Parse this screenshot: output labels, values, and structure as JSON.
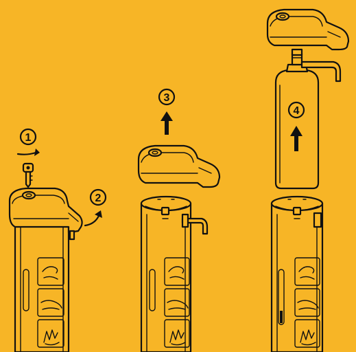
{
  "steps": [
    {
      "number": "1"
    },
    {
      "number": "2"
    },
    {
      "number": "3"
    },
    {
      "number": "4"
    }
  ],
  "colors": {
    "background": "#F7B526",
    "line": "#111111"
  },
  "icons": [
    "key-icon",
    "curved-arrow-icon",
    "up-arrow-icon",
    "hand-dispense-icon",
    "hand-wash-icon",
    "hand-rub-icon"
  ]
}
